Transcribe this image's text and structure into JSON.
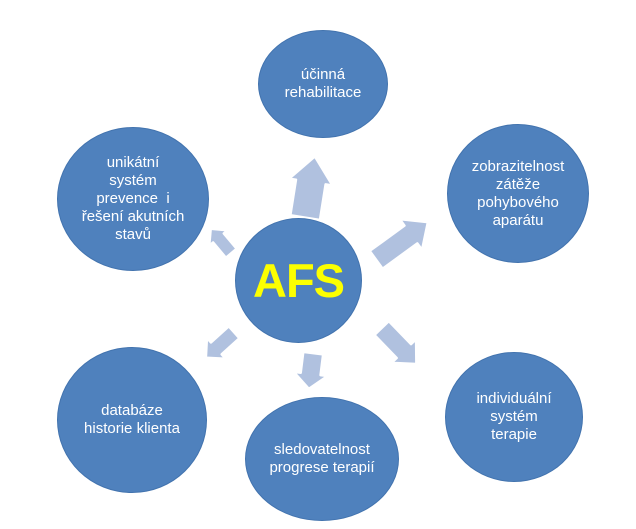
{
  "diagram": {
    "center": {
      "label": "AFS"
    },
    "nodes": [
      {
        "id": "top",
        "label": "účinná\nrehabilitace"
      },
      {
        "id": "top-right",
        "label": "zobrazitelnost\nzátěže\npohybového\naparátu"
      },
      {
        "id": "bottom-right",
        "label": "individuální\nsystém\nterapie"
      },
      {
        "id": "bottom",
        "label": "sledovatelnost\nprogrese terapií"
      },
      {
        "id": "bottom-left",
        "label": "databáze\nhistorie klienta"
      },
      {
        "id": "top-left",
        "label": "unikátní\nsystém\nprevence  i\nřešení akutních\nstavů"
      }
    ],
    "connectors": [
      "arrow-up-icon",
      "arrow-upper-right-icon",
      "arrow-lower-right-icon",
      "arrow-down-icon",
      "arrow-lower-left-icon",
      "arrow-upper-left-icon"
    ]
  },
  "colors": {
    "background": "#ffffff",
    "node_fill": "#4f81bd",
    "node_border": "#4273ae",
    "node_text": "#ffffff",
    "center_text": "#fcff00",
    "arrow_fill": "#b0c1df",
    "arrow_stroke": "#ffffff"
  }
}
